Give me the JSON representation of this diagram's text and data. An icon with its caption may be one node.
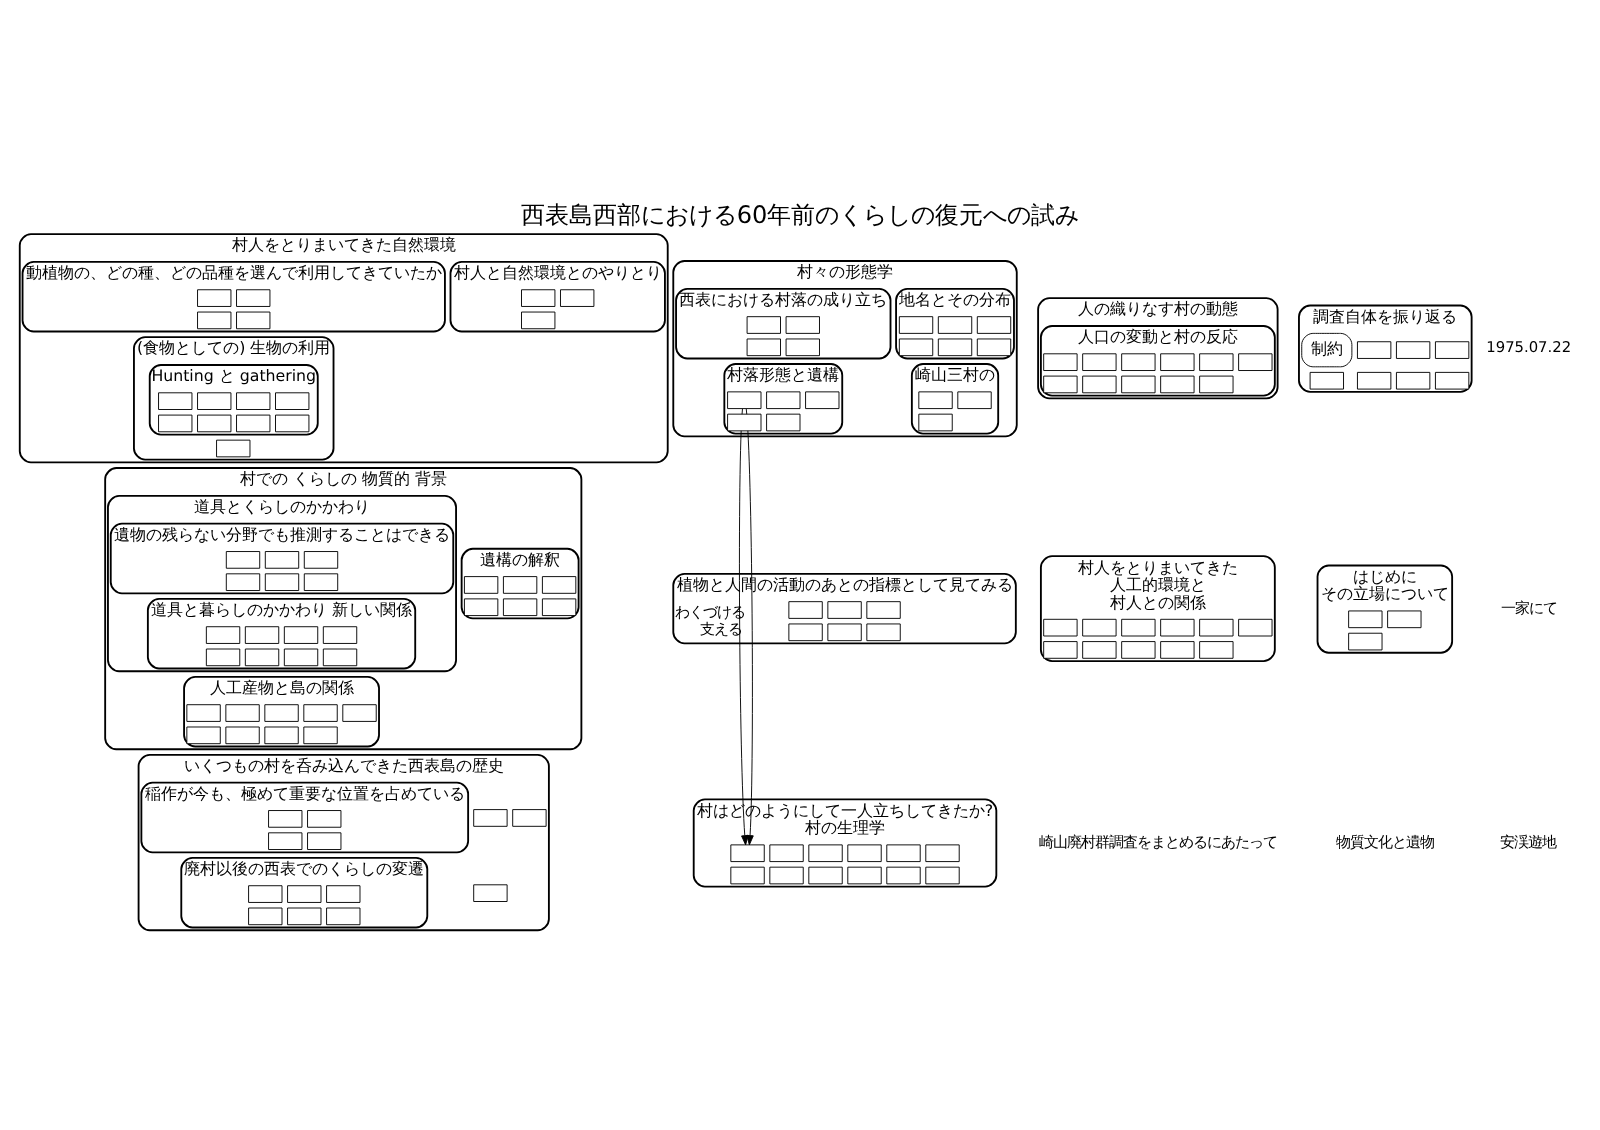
{
  "diagram": {
    "title": "西表島西部における60年前のくらしの復元への試み",
    "nodes": [
      {
        "text": [
          "はじめに",
          "その立場について"
        ]
      },
      {
        "text": [],
        "shape": "box",
        "in": 0
      },
      {
        "text": [],
        "shape": "box",
        "in": 0
      },
      {
        "text": [],
        "shape": "box",
        "in": 0
      },
      {
        "text": [
          "村はどのようにして一人立ちしてきたか?",
          "村の生理学"
        ]
      },
      {
        "text": [],
        "shape": "box",
        "in": 4
      },
      {
        "text": [],
        "shape": "box",
        "in": 4
      },
      {
        "text": [],
        "shape": "box",
        "in": 4
      },
      {
        "text": [],
        "shape": "box",
        "in": 4
      },
      {
        "text": [],
        "shape": "box",
        "in": 4
      },
      {
        "text": [],
        "shape": "box",
        "in": 4
      },
      {
        "text": [],
        "shape": "box",
        "in": 4
      },
      {
        "text": [],
        "shape": "box",
        "in": 4
      },
      {
        "text": [],
        "shape": "box",
        "in": 4
      },
      {
        "text": [],
        "shape": "box",
        "in": 4
      },
      {
        "text": [],
        "shape": "box",
        "in": 4
      },
      {
        "text": [],
        "shape": "box",
        "in": 4
      },
      {
        "text": [
          "いくつもの村を呑み込んできた西表島の歴史"
        ]
      },
      {
        "text": [
          "廃村以後の西表でのくらしの変遷"
        ],
        "in": 17
      },
      {
        "text": [],
        "shape": "box",
        "in": 18
      },
      {
        "text": [],
        "shape": "box",
        "in": 18
      },
      {
        "text": [],
        "shape": "box",
        "in": 18
      },
      {
        "text": [],
        "shape": "box",
        "in": 18
      },
      {
        "text": [],
        "shape": "box",
        "in": 18
      },
      {
        "text": [],
        "shape": "box",
        "in": 18
      },
      {
        "text": [],
        "shape": "box",
        "in": 17
      },
      {
        "text": [],
        "shape": "box",
        "in": 17
      },
      {
        "text": [],
        "shape": "box",
        "in": 17
      },
      {
        "text": [
          "稲作が今も、極めて重要な位置を占めている"
        ],
        "in": 17
      },
      {
        "text": [],
        "shape": "box",
        "in": 28
      },
      {
        "text": [],
        "shape": "box",
        "in": 28
      },
      {
        "text": [],
        "shape": "box",
        "in": 28
      },
      {
        "text": [],
        "shape": "box",
        "in": 28
      },
      {
        "text": [
          "人の織りなす村の動態"
        ]
      },
      {
        "text": [
          "人口の変動と村の反応"
        ],
        "in": 33
      },
      {
        "text": [],
        "shape": "box",
        "in": 34
      },
      {
        "text": [],
        "shape": "box",
        "in": 34
      },
      {
        "text": [],
        "shape": "box",
        "in": 34
      },
      {
        "text": [],
        "shape": "box",
        "in": 34
      },
      {
        "text": [],
        "shape": "box",
        "in": 34
      },
      {
        "text": [],
        "shape": "box",
        "in": 34
      },
      {
        "text": [],
        "shape": "box",
        "in": 34
      },
      {
        "text": [],
        "shape": "box",
        "in": 34
      },
      {
        "text": [],
        "shape": "box",
        "in": 34
      },
      {
        "text": [],
        "shape": "box",
        "in": 34
      },
      {
        "text": [],
        "shape": "box",
        "in": 34
      },
      {
        "text": [
          "村人をとりまいてきた自然環境"
        ]
      },
      {
        "text": [
          "村人と自然環境とのやりとり"
        ],
        "in": 46
      },
      {
        "text": [],
        "shape": "box",
        "in": 47
      },
      {
        "text": [],
        "shape": "box",
        "in": 47
      },
      {
        "text": [],
        "shape": "box",
        "in": 47
      },
      {
        "text": [
          "(食物としての) 生物の利用"
        ],
        "in": 46
      },
      {
        "text": [
          "Hunting と gathering"
        ],
        "in": 51
      },
      {
        "text": [],
        "shape": "box",
        "in": 52
      },
      {
        "text": [],
        "shape": "box",
        "in": 52
      },
      {
        "text": [],
        "shape": "box",
        "in": 52
      },
      {
        "text": [],
        "shape": "box",
        "in": 52
      },
      {
        "text": [],
        "shape": "box",
        "in": 52
      },
      {
        "text": [],
        "shape": "box",
        "in": 52
      },
      {
        "text": [],
        "shape": "box",
        "in": 52
      },
      {
        "text": [],
        "shape": "box",
        "in": 52
      },
      {
        "text": [],
        "shape": "box",
        "in": 51
      },
      {
        "text": [
          "動植物の、どの種、どの品種を選んで利用してきていたか"
        ],
        "in": 46
      },
      {
        "text": [],
        "shape": "box",
        "in": 62
      },
      {
        "text": [],
        "shape": "box",
        "in": 62
      },
      {
        "text": [],
        "shape": "box",
        "in": 62
      },
      {
        "text": [],
        "shape": "box",
        "in": 62
      },
      {
        "text": [
          "村人をとりまいてきた",
          "人工的環境と",
          "村人との関係"
        ]
      },
      {
        "text": [],
        "shape": "box",
        "in": 67
      },
      {
        "text": [],
        "shape": "box",
        "in": 67
      },
      {
        "text": [],
        "shape": "box",
        "in": 67
      },
      {
        "text": [],
        "shape": "box",
        "in": 67
      },
      {
        "text": [],
        "shape": "box",
        "in": 67
      },
      {
        "text": [],
        "shape": "box",
        "in": 67
      },
      {
        "text": [],
        "shape": "box",
        "in": 67
      },
      {
        "text": [],
        "shape": "box",
        "in": 67
      },
      {
        "text": [],
        "shape": "box",
        "in": 67
      },
      {
        "text": [],
        "shape": "box",
        "in": 67
      },
      {
        "text": [],
        "shape": "box",
        "in": 67
      },
      {
        "text": [
          "植物と人間の活動のあとの指標として見てみる"
        ]
      },
      {
        "text": [],
        "shape": "box",
        "in": 79
      },
      {
        "text": [],
        "shape": "box",
        "in": 79
      },
      {
        "text": [],
        "shape": "box",
        "in": 79
      },
      {
        "text": [],
        "shape": "box",
        "in": 79
      },
      {
        "text": [],
        "shape": "box",
        "in": 79
      },
      {
        "text": [],
        "shape": "box",
        "in": 79
      },
      {
        "text": [
          "村での くらしの 物質的 背景"
        ]
      },
      {
        "text": [
          "遺構の解釈"
        ],
        "in": 86
      },
      {
        "text": [],
        "shape": "box",
        "in": 87
      },
      {
        "text": [],
        "shape": "box",
        "in": 87
      },
      {
        "text": [],
        "shape": "box",
        "in": 87
      },
      {
        "text": [],
        "shape": "box",
        "in": 87
      },
      {
        "text": [],
        "shape": "box",
        "in": 87
      },
      {
        "text": [],
        "shape": "box",
        "in": 87
      },
      {
        "text": [
          "道具とくらしのかかわり"
        ],
        "in": 86
      },
      {
        "text": [
          "遺物の残らない分野でも推測することはできる"
        ],
        "in": 94
      },
      {
        "text": [],
        "shape": "box",
        "in": 95
      },
      {
        "text": [],
        "shape": "box",
        "in": 95
      },
      {
        "text": [],
        "shape": "box",
        "in": 95
      },
      {
        "text": [],
        "shape": "box",
        "in": 95
      },
      {
        "text": [],
        "shape": "box",
        "in": 95
      },
      {
        "text": [],
        "shape": "box",
        "in": 95
      },
      {
        "text": [
          "道具と暮らしのかかわり 新しい関係"
        ],
        "in": 94
      },
      {
        "text": [],
        "shape": "box",
        "in": 102
      },
      {
        "text": [],
        "shape": "box",
        "in": 102
      },
      {
        "text": [],
        "shape": "box",
        "in": 102
      },
      {
        "text": [],
        "shape": "box",
        "in": 102
      },
      {
        "text": [],
        "shape": "box",
        "in": 102
      },
      {
        "text": [],
        "shape": "box",
        "in": 102
      },
      {
        "text": [],
        "shape": "box",
        "in": 102
      },
      {
        "text": [],
        "shape": "box",
        "in": 102
      },
      {
        "text": [
          "人工産物と島の関係"
        ],
        "in": 86
      },
      {
        "text": [],
        "shape": "box",
        "in": 111
      },
      {
        "text": [],
        "shape": "box",
        "in": 111
      },
      {
        "text": [],
        "shape": "box",
        "in": 111
      },
      {
        "text": [],
        "shape": "box",
        "in": 111
      },
      {
        "text": [],
        "shape": "box",
        "in": 111
      },
      {
        "text": [],
        "shape": "box",
        "in": 111
      },
      {
        "text": [],
        "shape": "box",
        "in": 111
      },
      {
        "text": [],
        "shape": "box",
        "in": 111
      },
      {
        "text": [],
        "shape": "box",
        "in": 111
      },
      {
        "text": [
          "村々の形態学"
        ]
      },
      {
        "text": [
          "村落形態と遺構"
        ],
        "in": 121
      },
      {
        "text": [],
        "shape": "box",
        "in": 122
      },
      {
        "text": [],
        "shape": "box",
        "in": 122
      },
      {
        "text": [],
        "shape": "box",
        "in": 122
      },
      {
        "text": [],
        "shape": "box",
        "in": 122
      },
      {
        "text": [],
        "shape": "box",
        "in": 122
      },
      {
        "text": [
          "西表における村落の成り立ち"
        ],
        "in": 121
      },
      {
        "text": [],
        "shape": "box",
        "in": 128
      },
      {
        "text": [],
        "shape": "box",
        "in": 128
      },
      {
        "text": [],
        "shape": "box",
        "in": 128
      },
      {
        "text": [],
        "shape": "box",
        "in": 128
      },
      {
        "text": [
          "崎山三村の"
        ],
        "in": 121
      },
      {
        "text": [],
        "shape": "box",
        "in": 133
      },
      {
        "text": [],
        "shape": "box",
        "in": 133
      },
      {
        "text": [],
        "shape": "box",
        "in": 133
      },
      {
        "text": [
          "地名とその分布"
        ],
        "in": 121
      },
      {
        "text": [],
        "shape": "box",
        "in": 137
      },
      {
        "text": [],
        "shape": "box",
        "in": 137
      },
      {
        "text": [],
        "shape": "box",
        "in": 137
      },
      {
        "text": [],
        "shape": "box",
        "in": 137
      },
      {
        "text": [],
        "shape": "box",
        "in": 137
      },
      {
        "text": [],
        "shape": "box",
        "in": 137
      },
      {
        "text": [
          "調査自体を振り返る"
        ]
      },
      {
        "text": [],
        "shape": "box",
        "in": 144
      },
      {
        "text": [],
        "shape": "box",
        "in": 144
      },
      {
        "text": [],
        "shape": "box",
        "in": 144
      },
      {
        "text": [],
        "shape": "box",
        "in": 144
      },
      {
        "text": [],
        "shape": "box",
        "in": 144
      },
      {
        "text": [],
        "shape": "box",
        "in": 144
      },
      {
        "text": [],
        "shape": "box",
        "in": 144
      },
      {
        "text": [
          "制約"
        ],
        "in": 144
      }
    ],
    "edges": [
      {
        "from": 121,
        "to": 4,
        "arrow": "to",
        "label": "わくづける"
      },
      {
        "from": 121,
        "to": 4,
        "arrow": "to",
        "label": "支える"
      }
    ],
    "labels": [
      "1975.07.22",
      "一家にて",
      "安渓遊地",
      "崎山廃村群調査をまとめるにあたって",
      "物質文化と遺物"
    ]
  }
}
